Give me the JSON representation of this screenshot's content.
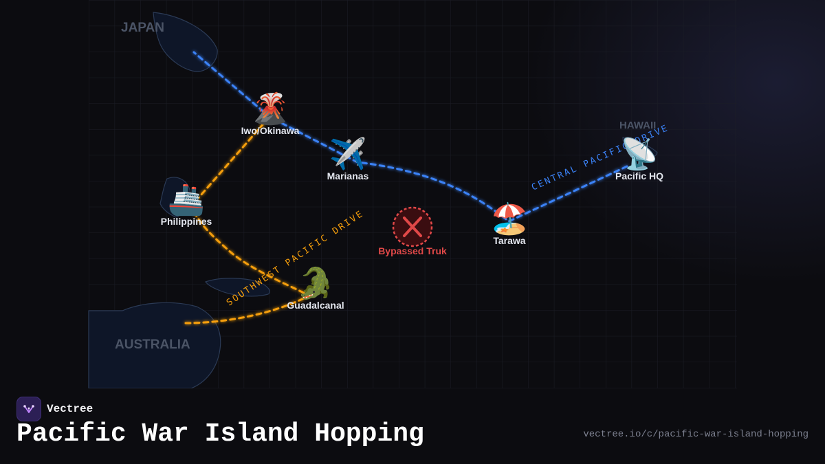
{
  "regions": {
    "japan": "JAPAN",
    "hawaii": "HAWAII",
    "australia": "AUSTRALIA"
  },
  "nodes": {
    "iwo_okinawa": {
      "label": "Iwo/Okinawa",
      "icon": "volcano-icon",
      "glyph": "🌋"
    },
    "marianas": {
      "label": "Marianas",
      "icon": "airplane-icon",
      "glyph": "✈️"
    },
    "philippines": {
      "label": "Philippines",
      "icon": "ship-icon",
      "glyph": "🚢"
    },
    "bypassed_truk": {
      "label": "Bypassed Truk",
      "icon": "cross-mark-icon"
    },
    "tarawa": {
      "label": "Tarawa",
      "icon": "beach-umbrella-icon",
      "glyph": "🏖️"
    },
    "pacific_hq": {
      "label": "Pacific HQ",
      "icon": "satellite-dish-icon",
      "glyph": "📡"
    },
    "guadalcanal": {
      "label": "Guadalcanal",
      "icon": "crocodile-icon",
      "glyph": "🐊"
    }
  },
  "drives": {
    "central": {
      "label": "CENTRAL PACIFIC DRIVE",
      "color": "#3b82f6"
    },
    "southwest": {
      "label": "SOUTHWEST PACIFIC DRIVE",
      "color": "#f59e0b"
    }
  },
  "colors": {
    "bypassed": "#e04848",
    "land": "#0e1628",
    "background": "#0c0c10"
  },
  "footer": {
    "brand": "Vectree",
    "title": "Pacific War Island Hopping",
    "url": "vectree.io/c/pacific-war-island-hopping"
  }
}
